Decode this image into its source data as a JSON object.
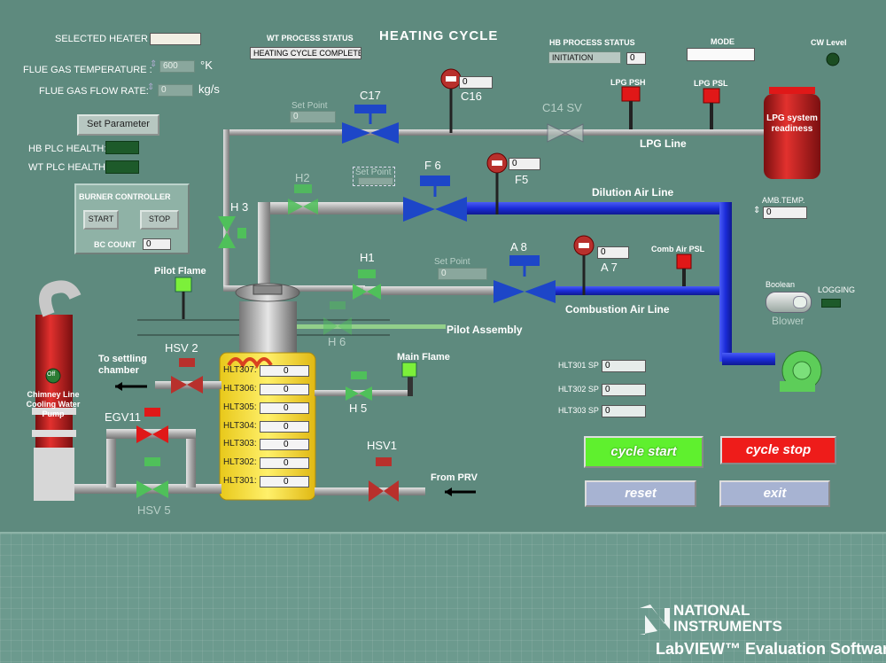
{
  "title": "HEATING CYCLE",
  "selected_heater": {
    "label": "SELECTED HEATER :",
    "value": ""
  },
  "flue_gas_temperature": {
    "label": "FLUE GAS TEMPERATURE :",
    "value": "600",
    "unit": "°K"
  },
  "flue_gas_flow_rate": {
    "label": "FLUE GAS FLOW RATE:",
    "value": "0",
    "unit": "kg/s"
  },
  "set_parameter_label": "Set Parameter",
  "hb_plc_health": "HB PLC HEALTH:",
  "wt_plc_health": "WT PLC HEALTH:",
  "burner_controller": {
    "title": "BURNER CONTROLLER",
    "start": "START",
    "stop": "STOP",
    "bc_count_label": "BC COUNT",
    "bc_count": "0"
  },
  "wt_process_status": {
    "label": "WT PROCESS STATUS",
    "value": "HEATING CYCLE COMPLETE"
  },
  "hb_process_status": {
    "label": "HB PROCESS STATUS",
    "value": "INITIATION",
    "num": "0"
  },
  "mode": {
    "label": "MODE",
    "value": ""
  },
  "cw_level": "CW Level",
  "amb_temp": {
    "label": "AMB.TEMP.",
    "value": "0"
  },
  "boolean_label": "Boolean",
  "blower_label": "Blower",
  "logging_label": "LOGGING",
  "lines": {
    "lpg": "LPG Line",
    "dilution": "Dilution Air Line",
    "combustion": "Combustion Air Line",
    "pilot_assembly": "Pilot Assembly"
  },
  "lpg_tank": "LPG system readiness",
  "lpg_psh": "LPG PSH",
  "lpg_psl": "LPG PSL",
  "comb_air_psl": "Comb Air PSL",
  "valves": {
    "c17": "C17",
    "c14": "C14  SV",
    "f6": "F 6",
    "a8": "A 8",
    "h1": "H1",
    "h2": "H2",
    "h3": "H 3",
    "h5": "H 5",
    "h6": "H 6",
    "hsv2": "HSV 2",
    "hsv1": "HSV1",
    "hsv5": "HSV 5",
    "egv11": "EGV11"
  },
  "transmitters": {
    "c16": {
      "label": "C16",
      "value": "0"
    },
    "f5": {
      "label": "F5",
      "value": "0"
    },
    "a7": {
      "label": "A 7",
      "value": "0"
    }
  },
  "set_points": {
    "c17_label": "Set Point",
    "c17_value": "0",
    "f6_label": "Set Point",
    "a8_label": "Set Point",
    "a8_value": "0"
  },
  "pilot_flame": "Pilot Flame",
  "main_flame": "Main Flame",
  "to_settling": "To settling chamber",
  "from_prv": "From PRV",
  "chimney": "Chimney Line Cooling Water Pump",
  "chimney_led": "Off",
  "hlt": [
    {
      "label": "HLT307:",
      "value": "0"
    },
    {
      "label": "HLT306:",
      "value": "0"
    },
    {
      "label": "HLT305:",
      "value": "0"
    },
    {
      "label": "HLT304:",
      "value": "0"
    },
    {
      "label": "HLT303:",
      "value": "0"
    },
    {
      "label": "HLT302:",
      "value": "0"
    },
    {
      "label": "HLT301:",
      "value": "0"
    }
  ],
  "hlt_sp": [
    {
      "label": "HLT301 SP",
      "value": "0"
    },
    {
      "label": "HLT302 SP",
      "value": "0"
    },
    {
      "label": "HLT303 SP",
      "value": "0"
    }
  ],
  "buttons": {
    "cycle_start": "cycle start",
    "cycle_stop": "cycle stop",
    "reset": "reset",
    "exit": "exit"
  },
  "branding": {
    "line1": "NATIONAL",
    "line2": "INSTRUMENTS",
    "line3": "LabVIEW™ Evaluation Software"
  },
  "colors": {
    "background": "#5e8a7e",
    "air_line": "#1b2bd9",
    "valve_blue": "#1d46c8",
    "valve_red": "#b8302c",
    "valve_green": "#4fc05a"
  }
}
